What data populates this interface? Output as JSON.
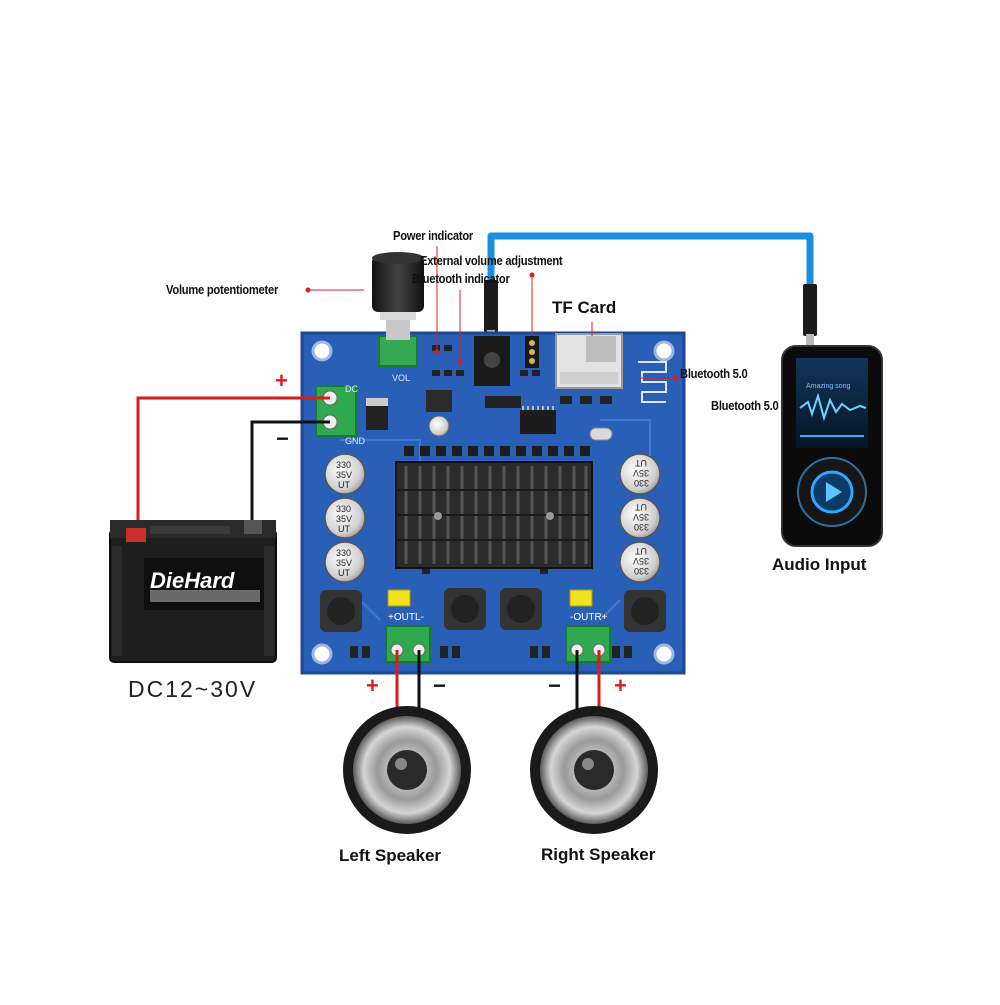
{
  "labels": {
    "power_indicator": "Power indicator",
    "external_volume": "External volume adjustment",
    "bluetooth_indicator": "Bluetooth indicator",
    "volume_potentiometer": "Volume potentiometer",
    "tf_card": "TF Card",
    "bluetooth_1": "Bluetooth 5.0",
    "bluetooth_2": "Bluetooth 5.0",
    "audio_input": "Audio Input",
    "left_speaker": "Left Speaker",
    "right_speaker": "Right Speaker",
    "power_range": "DC12~30V"
  },
  "polarity": {
    "plus": "+",
    "minus": "−"
  },
  "board": {
    "terminal_outl": "+OUTL-",
    "terminal_outr": "-OUTR+",
    "pot_label": "VOL",
    "dc_label": "DC",
    "gnd_label": "GND",
    "cap_line1": "330",
    "cap_line2": "35V",
    "cap_line3": "UT"
  },
  "battery": {
    "brand": "DieHard"
  },
  "player": {
    "track_text": "Amazing song"
  },
  "colors": {
    "board": "#2a5fb7",
    "board_dark": "#1d4894",
    "wire_red": "#d81e1e",
    "wire_black": "#111111",
    "cable_blue": "#1a8fe0",
    "heatsink": "#2b2b2b",
    "terminal_green": "#2fa84f",
    "terminal_yellow": "#f2e21b"
  },
  "icons": [
    "play-icon",
    "tf-card-slot-icon",
    "bluetooth-antenna-icon"
  ]
}
